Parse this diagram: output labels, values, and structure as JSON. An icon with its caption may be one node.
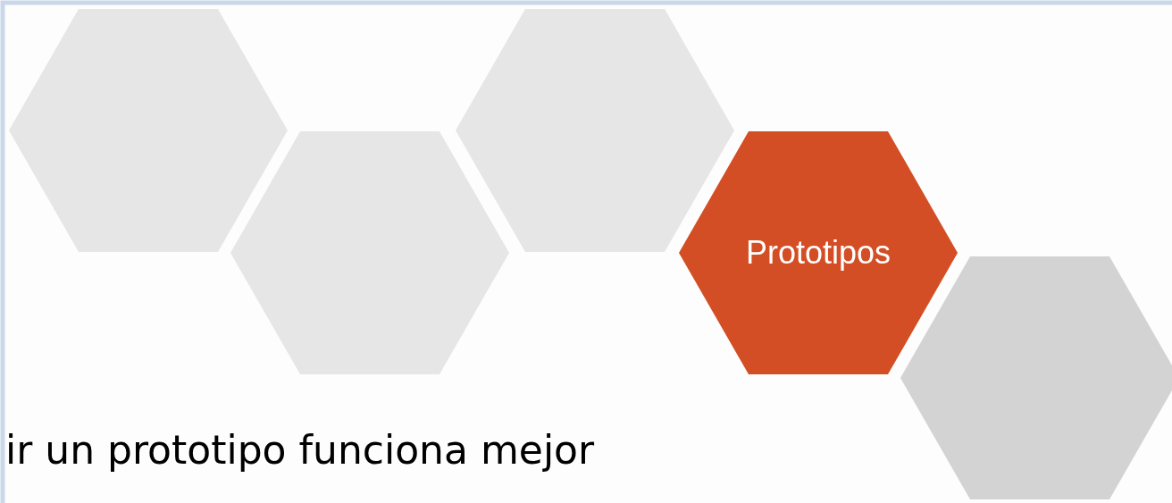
{
  "diagram": {
    "nodes": [
      {
        "text": [],
        "shape": "hexagon"
      },
      {
        "text": [],
        "shape": "hexagon"
      },
      {
        "text": [],
        "shape": "hexagon"
      },
      {
        "text": [
          "Prototipos"
        ]
      },
      {
        "text": [],
        "shape": "hexagon"
      }
    ],
    "labels": [
      "ir un prototipo funciona mejor"
    ]
  }
}
